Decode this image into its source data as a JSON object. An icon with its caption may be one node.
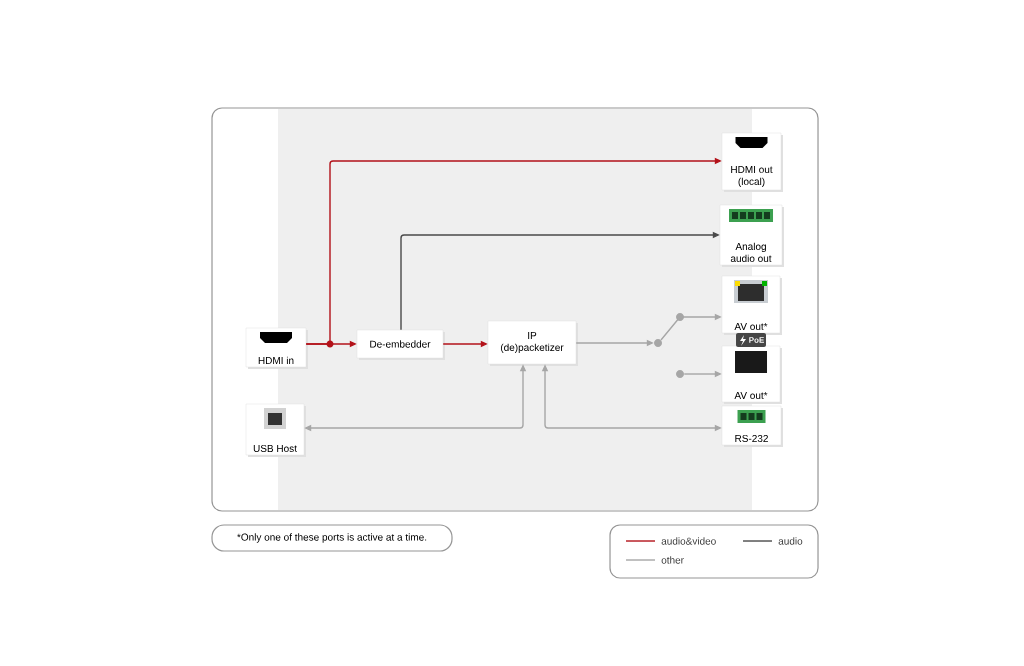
{
  "diagram": {
    "nodes": [
      {
        "text": [
          "HDMI in"
        ]
      },
      {
        "text": [
          "De-embedder"
        ]
      },
      {
        "text": [
          "IP (de)packetizer"
        ]
      },
      {
        "text": [
          "HDMI out (local)"
        ]
      },
      {
        "text": [
          "Analog audio out"
        ]
      },
      {
        "text": [
          "AV out*"
        ]
      },
      {
        "text": [
          "AV out*"
        ]
      },
      {
        "text": [
          "RS-232"
        ]
      },
      {
        "text": [
          "USB Host"
        ]
      },
      {
        "text": [],
        "shape": "circle"
      },
      {
        "text": [
          "*Only one of these ports is active at a time."
        ]
      },
      {
        "text": [],
        "shape": "circle"
      }
    ],
    "edges": [
      {
        "from": 0,
        "to": 1,
        "arrow": "to",
        "color": "#b3121a"
      },
      {
        "from": 0,
        "to": 3,
        "arrow": "to",
        "color": "#b3121a"
      },
      {
        "from": 1,
        "to": 2,
        "arrow": "to",
        "color": "#b3121a"
      },
      {
        "from": 1,
        "to": 4,
        "arrow": "to",
        "color": "#4a4a4a"
      },
      {
        "from": 2,
        "to": 9,
        "arrow": "to"
      },
      {
        "from": 9,
        "to": 5,
        "arrow": "to"
      },
      {
        "from": 11,
        "to": 6,
        "arrow": "to"
      },
      {
        "from": 8,
        "to": 2,
        "arrow": "both"
      },
      {
        "from": 2,
        "to": 7,
        "arrow": "both"
      }
    ],
    "labels": [
      "PoE"
    ],
    "legend": [
      {
        "text": "audio&video"
      },
      {
        "text": "audio"
      },
      {
        "text": "other"
      }
    ]
  }
}
